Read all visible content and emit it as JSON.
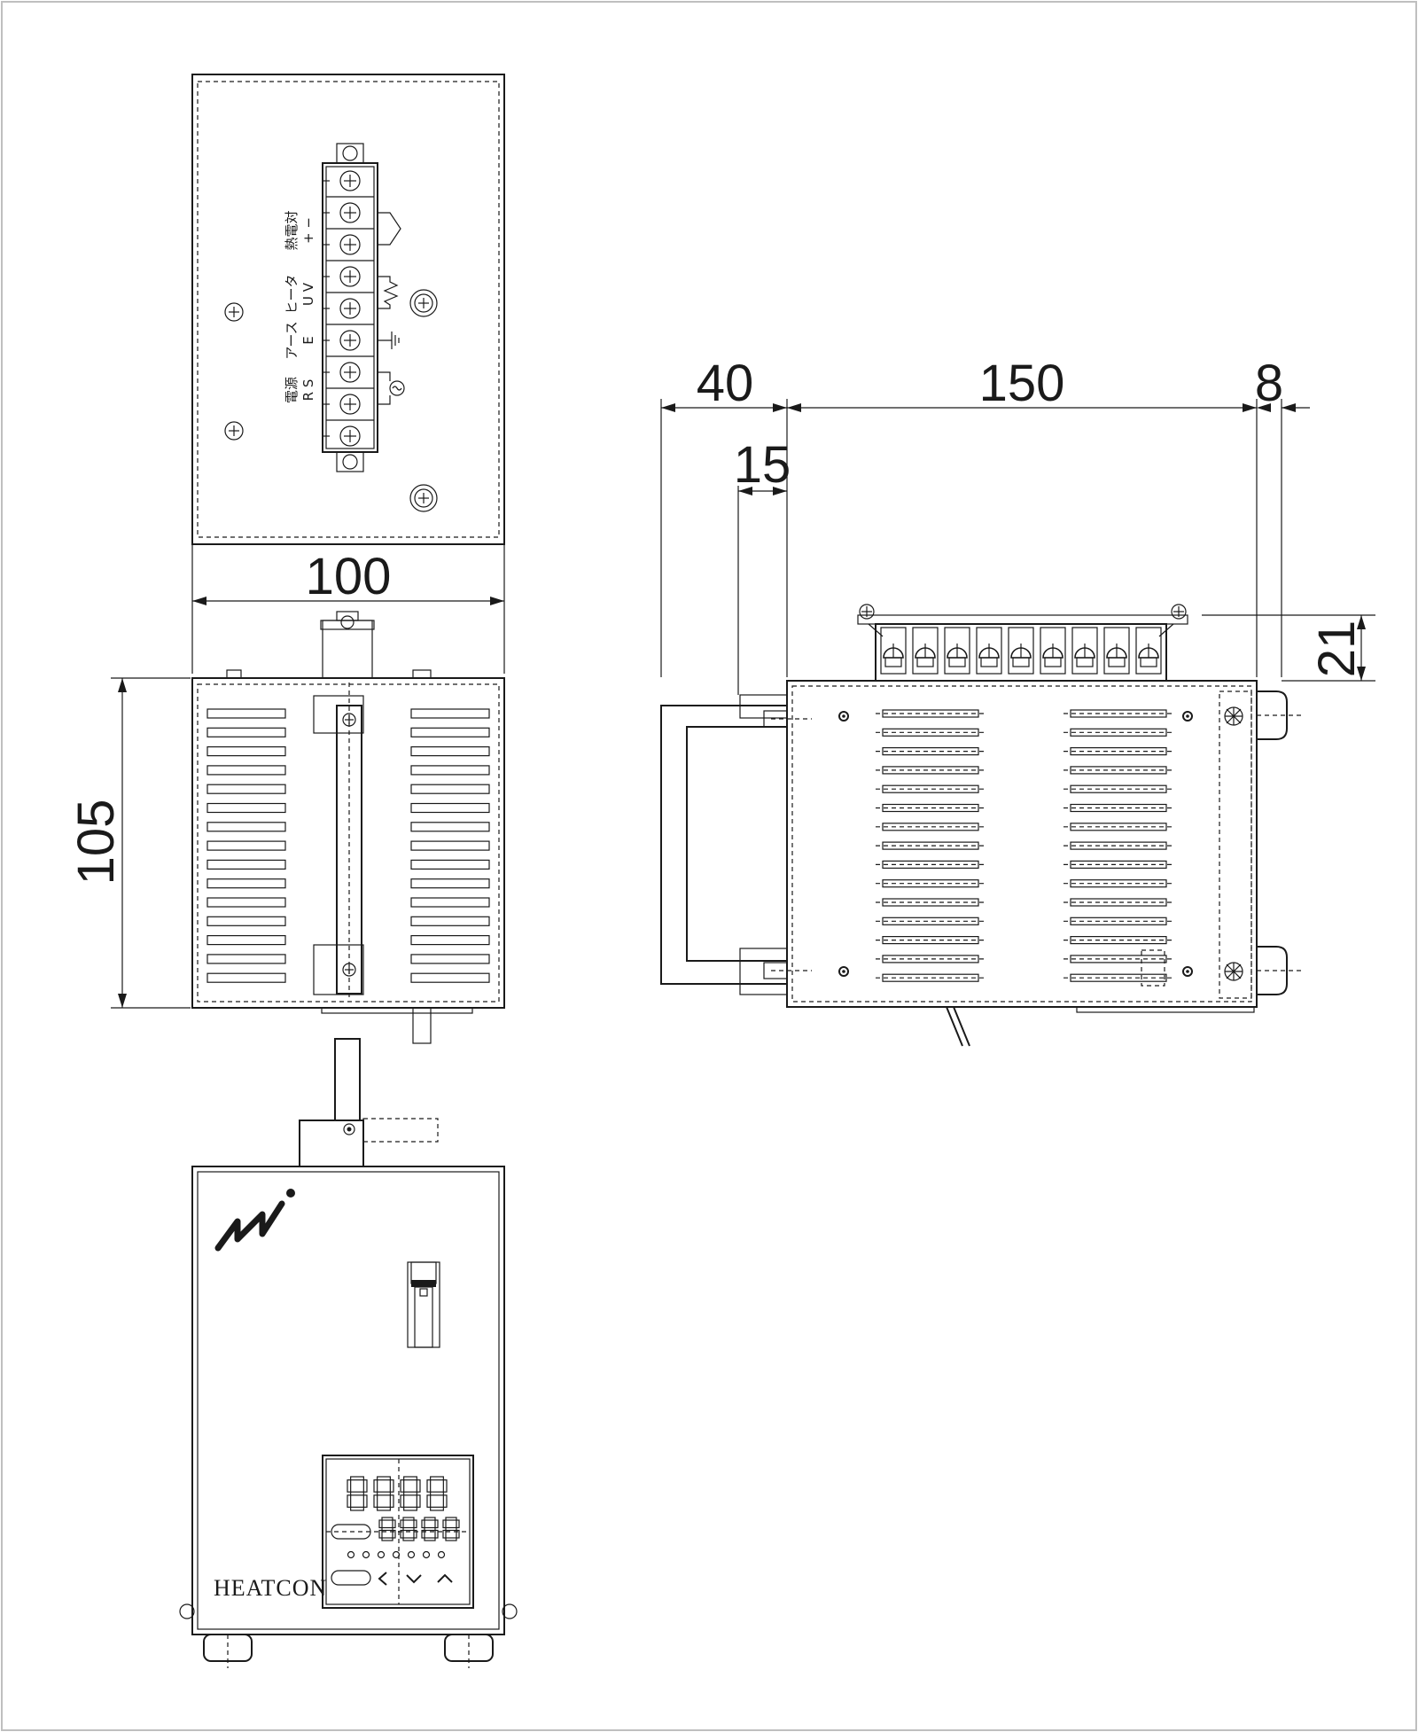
{
  "dimensions": {
    "width_100": "100",
    "height_105": "105",
    "depth_40": "40",
    "depth_15": "15",
    "length_150": "150",
    "gap_8": "8",
    "height_21": "21"
  },
  "terminal_labels": {
    "thermocouple": "熱電対",
    "thermo_polarity": "+ −",
    "heater": "ヒータ",
    "heater_terms": "U V",
    "earth": "アース",
    "earth_term": "E",
    "power": "電源",
    "power_terms": "R S"
  },
  "brand_text": "HEATCON"
}
